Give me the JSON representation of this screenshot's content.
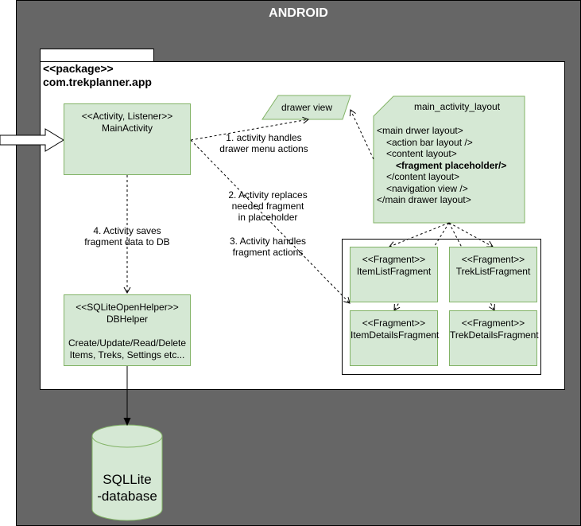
{
  "android": {
    "title": "ANDROID"
  },
  "package": {
    "stereotype": "<<package>>",
    "name": "com.trekplanner.app"
  },
  "main_activity": {
    "stereotype": "<<Activity, Listener>>",
    "name": "MainActivity"
  },
  "drawer_view": {
    "label": "drawer view"
  },
  "main_activity_layout": {
    "title": "main_activity_layout",
    "lines": [
      {
        "text": "<main drwer layout>",
        "bold": false,
        "indent": 0
      },
      {
        "text": "<action bar layout />",
        "bold": false,
        "indent": 1
      },
      {
        "text": "<content layout>",
        "bold": false,
        "indent": 1
      },
      {
        "text": "<fragment placeholder/>",
        "bold": true,
        "indent": 2
      },
      {
        "text": "</content layout>",
        "bold": false,
        "indent": 1
      },
      {
        "text": "<navigation view />",
        "bold": false,
        "indent": 1
      },
      {
        "text": "</main drawer layout>",
        "bold": false,
        "indent": 0
      }
    ]
  },
  "fragments": [
    {
      "stereotype": "<<Fragment>>",
      "name": "ItemListFragment"
    },
    {
      "stereotype": "<<Fragment>>",
      "name": "TrekListFragment"
    },
    {
      "stereotype": "<<Fragment>>",
      "name": "ItemDetailsFragment"
    },
    {
      "stereotype": "<<Fragment>>",
      "name": "TrekDetailsFragment"
    }
  ],
  "db_helper": {
    "stereotype": "<<SQLiteOpenHelper>>",
    "name": "DBHelper",
    "desc_line1": "Create/Update/Read/Delete",
    "desc_line2": "Items, Treks, Settings etc..."
  },
  "database": {
    "line1": "SQLLite",
    "line2": "-database"
  },
  "edges": {
    "e1_line1": "1. activity handles",
    "e1_line2": "drawer menu actions",
    "e2_line1": "2. Activity replaces",
    "e2_line2": "needed fragment",
    "e2_line3": "in placeholder",
    "e3_line1": "3. Activity handles",
    "e3_line2": "fragment actions",
    "e4_line1": "4. Activity saves",
    "e4_line2": "fragment data to DB"
  },
  "colors": {
    "android_bg": "#666666",
    "box_fill": "#d5e8d4",
    "box_stroke": "#82b366",
    "line": "#000000"
  }
}
